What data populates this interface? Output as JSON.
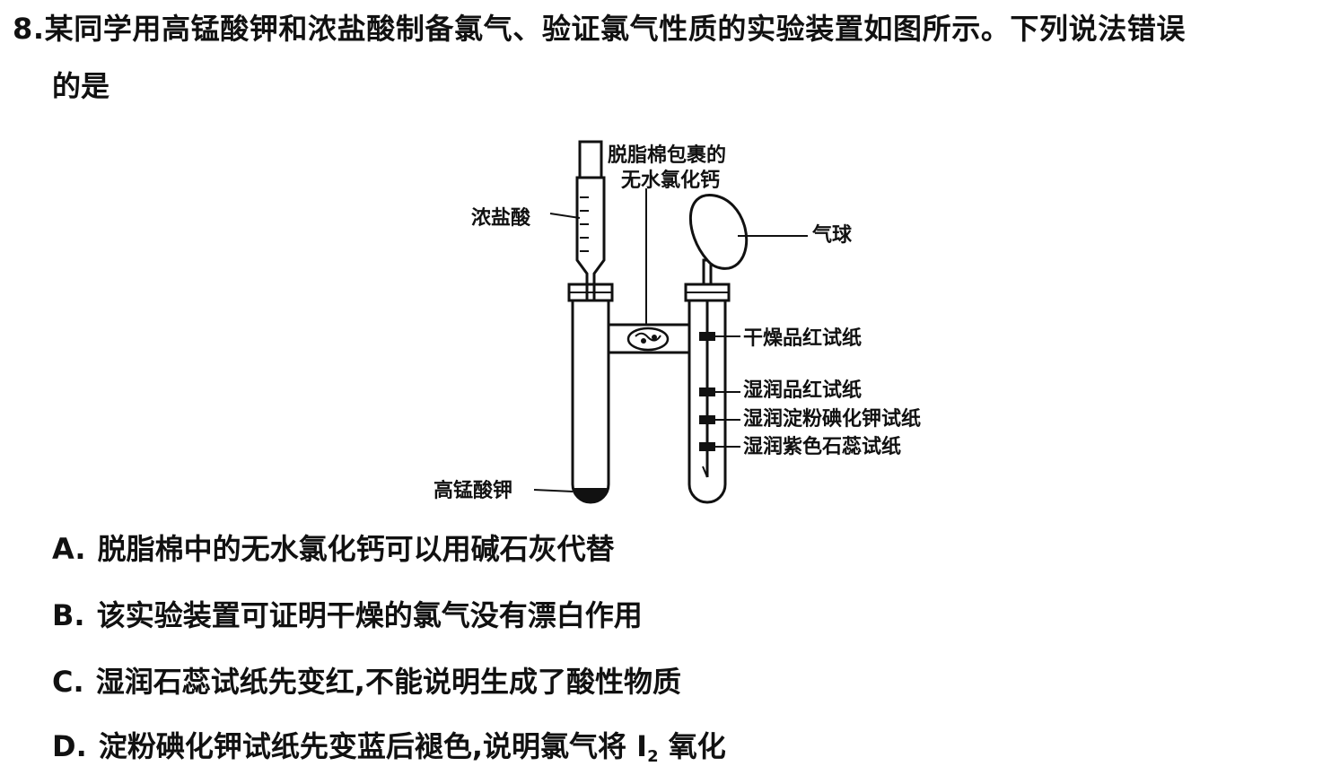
{
  "question": {
    "number": "8.",
    "line1": "某同学用高锰酸钾和浓盐酸制备氯气、验证氯气性质的实验装置如图所示。下列说法错误",
    "line2": "的是"
  },
  "figure": {
    "labels": {
      "cotton_line1": "脱脂棉包裹的",
      "cotton_line2": "无水氯化钙",
      "hcl": "浓盐酸",
      "balloon": "气球",
      "dry_paper": "干燥品红试纸",
      "wet_magenta": "湿润品红试纸",
      "wet_ki_starch": "湿润淀粉碘化钾试纸",
      "wet_litmus": "湿润紫色石蕊试纸",
      "kmno4": "高锰酸钾"
    }
  },
  "options": {
    "a": {
      "letter": "A.",
      "text": "脱脂棉中的无水氯化钙可以用碱石灰代替"
    },
    "b": {
      "letter": "B.",
      "text": "该实验装置可证明干燥的氯气没有漂白作用"
    },
    "c": {
      "letter": "C.",
      "text": "湿润石蕊试纸先变红,不能说明生成了酸性物质"
    },
    "d": {
      "letter": "D.",
      "text_before": "淀粉碘化钾试纸先变蓝后褪色,说明氯气将",
      "formula_symbol": "I",
      "formula_subscript": "2",
      "text_after": "氧化"
    }
  }
}
